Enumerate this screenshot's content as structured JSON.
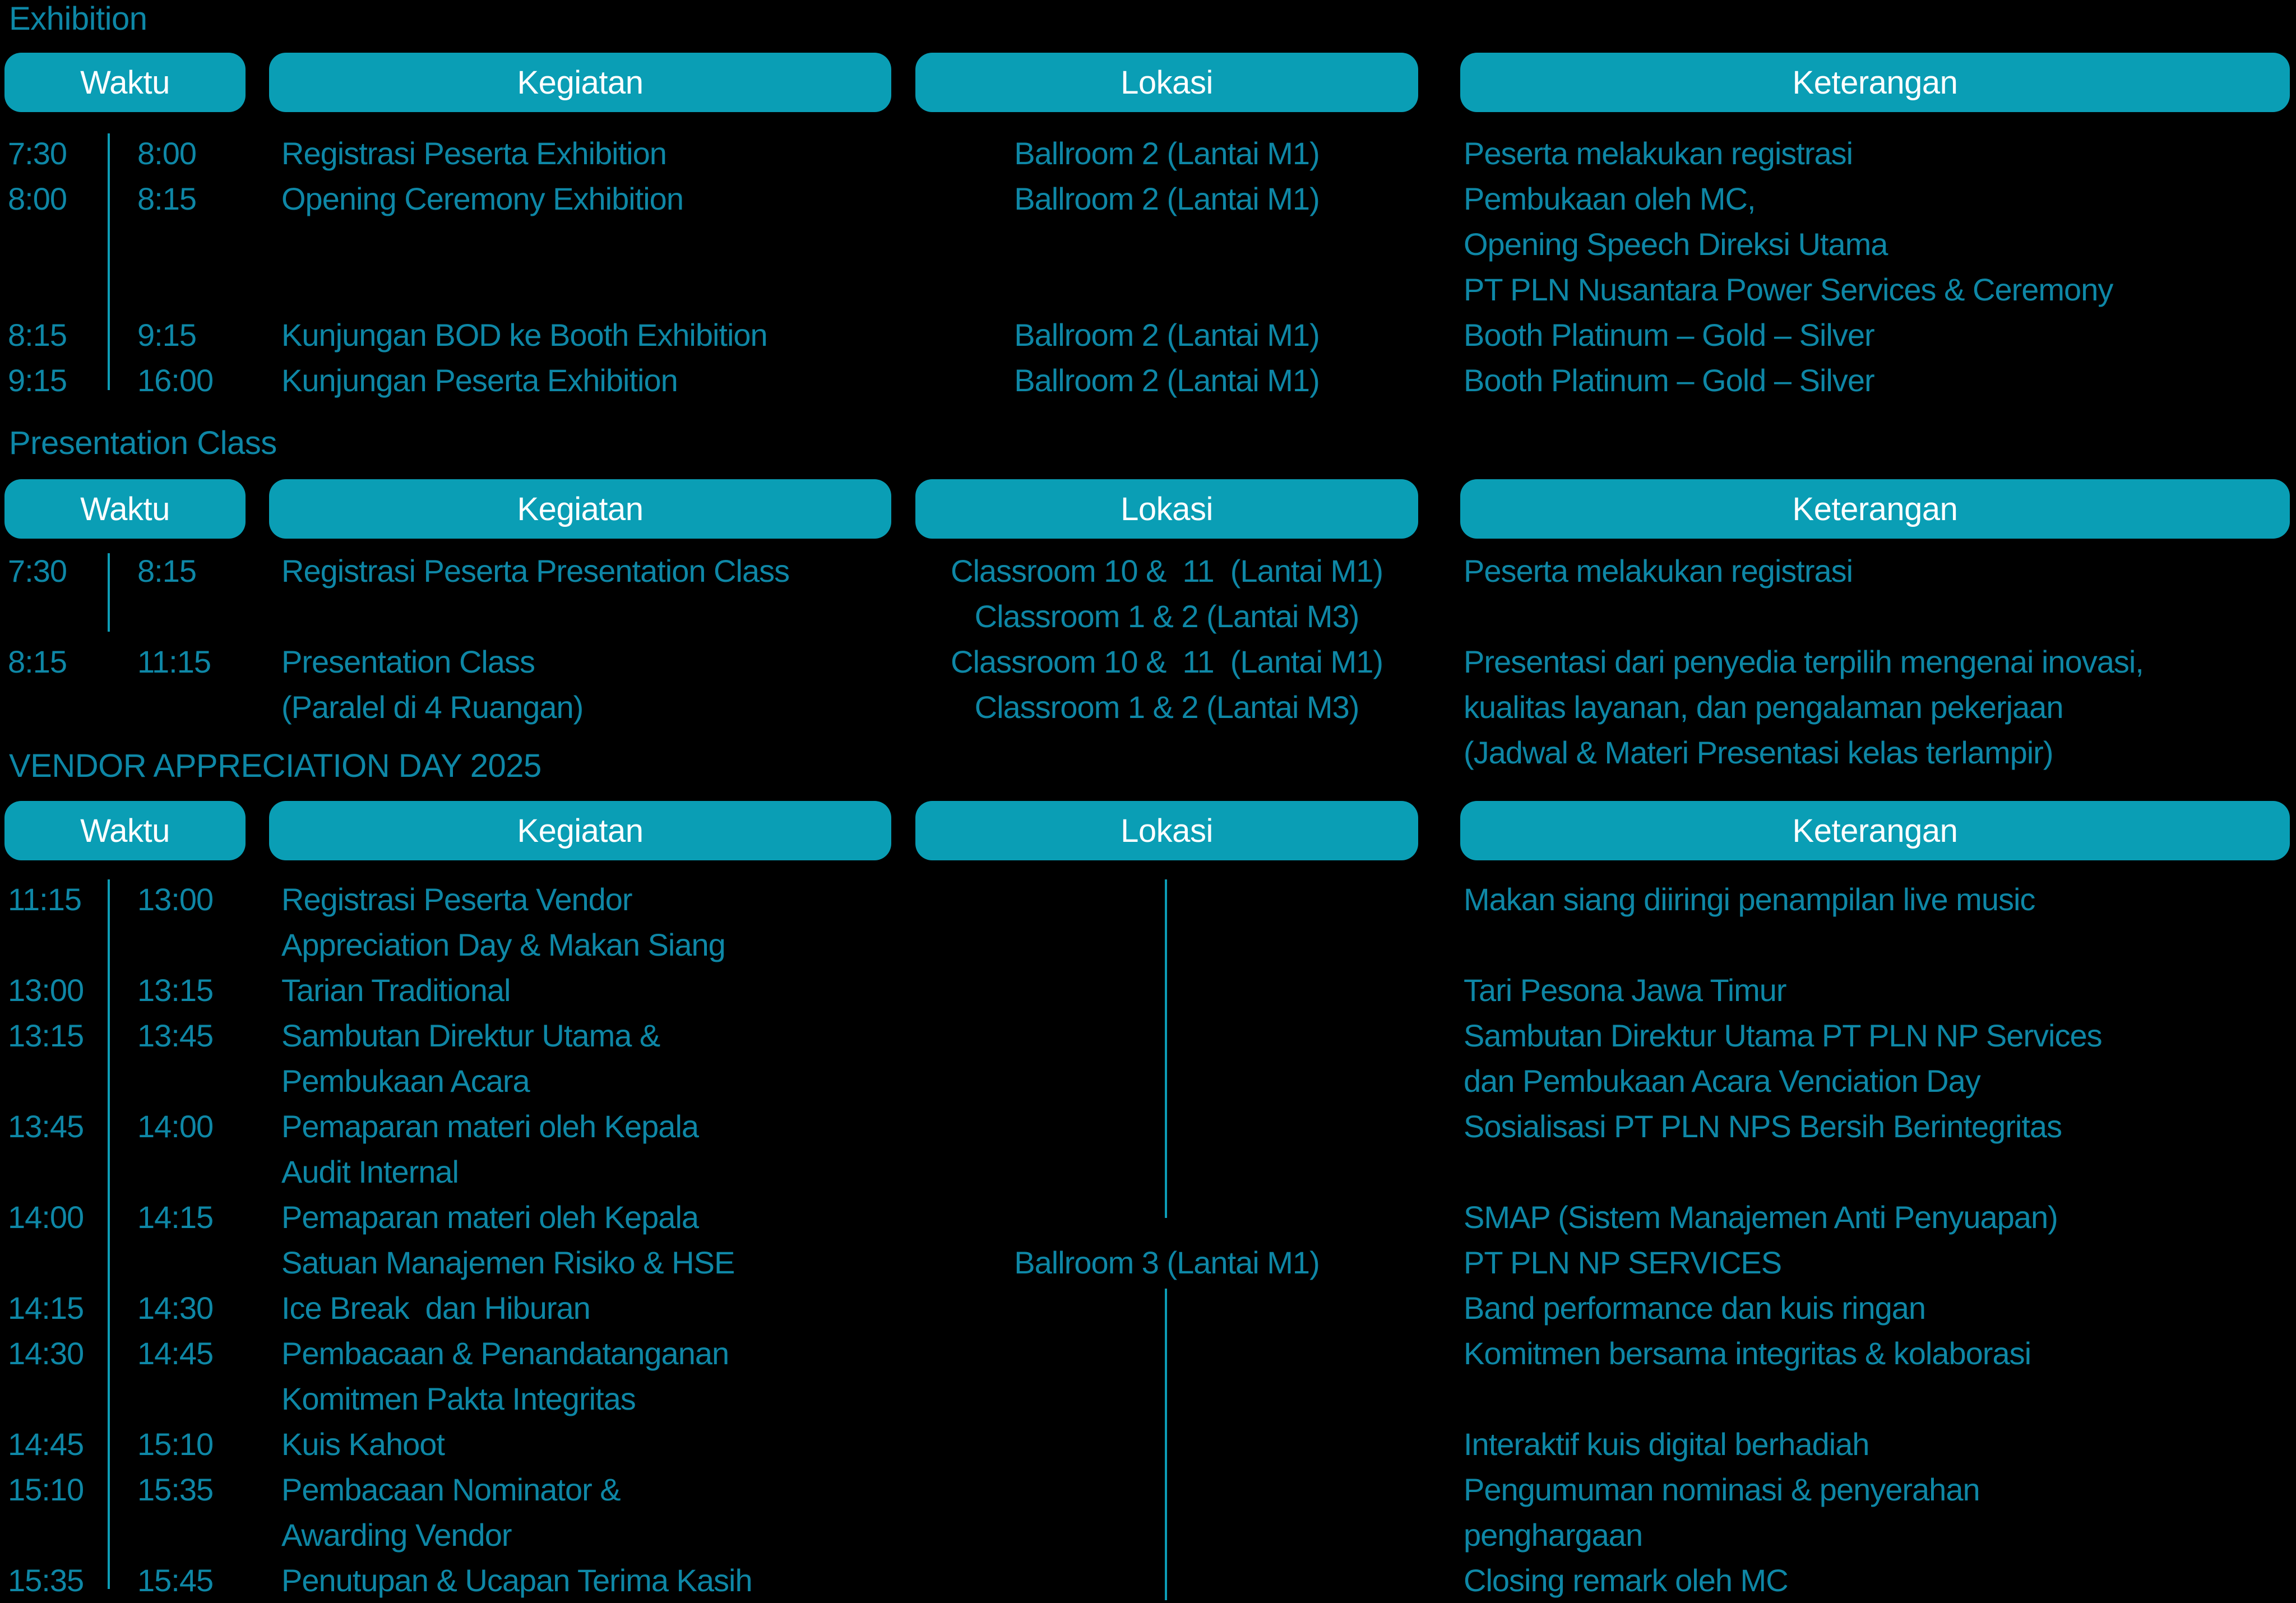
{
  "colors": {
    "background": "#000000",
    "pill_fill": "#0A9EB5",
    "pill_text": "#FFFFFF",
    "body_text": "#0E87A6",
    "divider_line": "#0C9DB6"
  },
  "columns": [
    "Waktu",
    "Kegiatan",
    "Lokasi",
    "Keterangan"
  ],
  "sections": [
    {
      "title": "Exhibition",
      "rows": [
        {
          "start": "7:30",
          "end": "8:00",
          "kegiatan": [
            "Registrasi Peserta Exhibition"
          ],
          "lokasi": [
            "Ballroom 2 (Lantai M1)"
          ],
          "keterangan": [
            "Peserta melakukan registrasi"
          ]
        },
        {
          "start": "8:00",
          "end": "8:15",
          "kegiatan": [
            "Opening Ceremony Exhibition"
          ],
          "lokasi": [
            "Ballroom 2 (Lantai M1)"
          ],
          "keterangan": [
            "Pembukaan oleh MC,",
            "Opening Speech Direksi Utama",
            "PT PLN Nusantara Power Services & Ceremony"
          ]
        },
        {
          "start": "8:15",
          "end": "9:15",
          "kegiatan": [
            "Kunjungan BOD ke Booth Exhibition"
          ],
          "lokasi": [
            "Ballroom 2 (Lantai M1)"
          ],
          "keterangan": [
            "Booth Platinum – Gold – Silver"
          ]
        },
        {
          "start": "9:15",
          "end": "16:00",
          "kegiatan": [
            "Kunjungan Peserta Exhibition"
          ],
          "lokasi": [
            "Ballroom 2 (Lantai M1)"
          ],
          "keterangan": [
            "Booth Platinum – Gold – Silver"
          ]
        }
      ]
    },
    {
      "title": "Presentation Class",
      "rows": [
        {
          "start": "7:30",
          "end": "8:15",
          "kegiatan": [
            "Registrasi Peserta Presentation Class"
          ],
          "lokasi": [
            "Classroom 10 &  11  (Lantai M1)",
            "Classroom 1 & 2 (Lantai M3)"
          ],
          "keterangan": [
            "Peserta melakukan registrasi"
          ]
        },
        {
          "start": "8:15",
          "end": "11:15",
          "kegiatan": [
            "Presentation Class",
            "(Paralel di 4 Ruangan)"
          ],
          "lokasi": [
            "Classroom 10 &  11  (Lantai M1)",
            "Classroom 1 & 2 (Lantai M3)"
          ],
          "keterangan": [
            "Presentasi dari penyedia terpilih mengenai inovasi,",
            "kualitas layanan, dan pengalaman pekerjaan",
            "(Jadwal & Materi Presentasi kelas terlampir)"
          ]
        }
      ]
    },
    {
      "title": "VENDOR APPRECIATION DAY 2025",
      "rows": [
        {
          "start": "11:15",
          "end": "13:00",
          "kegiatan": [
            "Registrasi Peserta Vendor",
            "Appreciation Day & Makan Siang"
          ],
          "lokasi": [],
          "keterangan": [
            "Makan siang diiringi penampilan live music"
          ]
        },
        {
          "start": "13:00",
          "end": "13:15",
          "kegiatan": [
            "Tarian Traditional"
          ],
          "lokasi": [],
          "keterangan": [
            "Tari Pesona Jawa Timur"
          ]
        },
        {
          "start": "13:15",
          "end": "13:45",
          "kegiatan": [
            "Sambutan Direktur Utama &",
            "Pembukaan Acara"
          ],
          "lokasi": [],
          "keterangan": [
            "Sambutan Direktur Utama PT PLN NP Services",
            "dan Pembukaan Acara Venciation Day"
          ]
        },
        {
          "start": "13:45",
          "end": "14:00",
          "kegiatan": [
            "Pemaparan materi oleh Kepala",
            "Audit Internal"
          ],
          "lokasi": [],
          "keterangan": [
            "Sosialisasi PT PLN NPS Bersih Berintegritas"
          ]
        },
        {
          "start": "14:00",
          "end": "14:15",
          "kegiatan": [
            "Pemaparan materi oleh Kepala",
            "Satuan Manajemen Risiko & HSE"
          ],
          "lokasi": [
            "",
            "Ballroom 3 (Lantai M1)"
          ],
          "keterangan": [
            "SMAP (Sistem Manajemen Anti Penyuapan)",
            "PT PLN NP SERVICES"
          ]
        },
        {
          "start": "14:15",
          "end": "14:30",
          "kegiatan": [
            "Ice Break  dan Hiburan"
          ],
          "lokasi": [],
          "keterangan": [
            "Band performance dan kuis ringan"
          ]
        },
        {
          "start": "14:30",
          "end": "14:45",
          "kegiatan": [
            "Pembacaan & Penandatanganan",
            "Komitmen Pakta Integritas"
          ],
          "lokasi": [],
          "keterangan": [
            "Komitmen bersama integritas & kolaborasi"
          ]
        },
        {
          "start": "14:45",
          "end": "15:10",
          "kegiatan": [
            "Kuis Kahoot"
          ],
          "lokasi": [],
          "keterangan": [
            "Interaktif kuis digital berhadiah"
          ]
        },
        {
          "start": "15:10",
          "end": "15:35",
          "kegiatan": [
            "Pembacaan Nominator &",
            "Awarding Vendor"
          ],
          "lokasi": [],
          "keterangan": [
            "Pengumuman nominasi & penyerahan",
            "penghargaan"
          ]
        },
        {
          "start": "15:35",
          "end": "15:45",
          "kegiatan": [
            "Penutupan & Ucapan Terima Kasih"
          ],
          "lokasi": [],
          "keterangan": [
            "Closing remark oleh MC"
          ]
        }
      ]
    }
  ]
}
